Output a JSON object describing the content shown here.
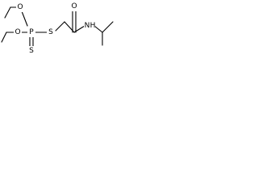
{
  "molecule": {
    "atoms": {
      "o_upper": "O",
      "o_lower": "O",
      "phosphorus": "P",
      "s_thioether": "S",
      "s_thione": "S",
      "o_carbonyl": "O",
      "n_amide": "N",
      "h_amide": "H"
    },
    "colors": {
      "bond": "#000000",
      "label": "#000000",
      "background": "#ffffff"
    }
  }
}
